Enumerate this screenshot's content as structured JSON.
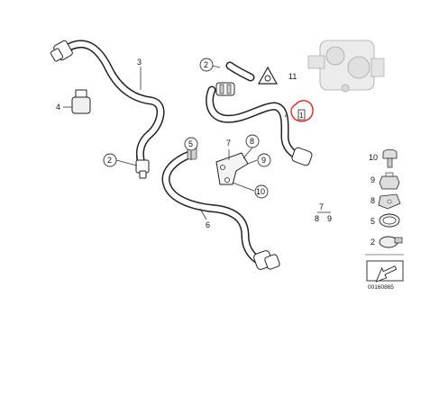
{
  "diagram": {
    "callouts": {
      "c3": "3",
      "c4": "4",
      "c2a": "2",
      "c2b": "2",
      "c5": "5",
      "c6": "6",
      "c7a": "7",
      "c8a": "8",
      "c9a": "9",
      "c10": "10",
      "c11": "11",
      "c1": "1",
      "c7b": "7",
      "c8b": "8",
      "c9b": "9"
    },
    "legend": [
      {
        "label": "10",
        "icon": "bolt-icon"
      },
      {
        "label": "9",
        "icon": "nut-icon"
      },
      {
        "label": "8",
        "icon": "bracket-icon"
      },
      {
        "label": "5",
        "icon": "clamp-icon"
      },
      {
        "label": "2",
        "icon": "hose-clamp-icon"
      }
    ],
    "drawing_number": "00160865",
    "highlight_color": "#e02020"
  }
}
